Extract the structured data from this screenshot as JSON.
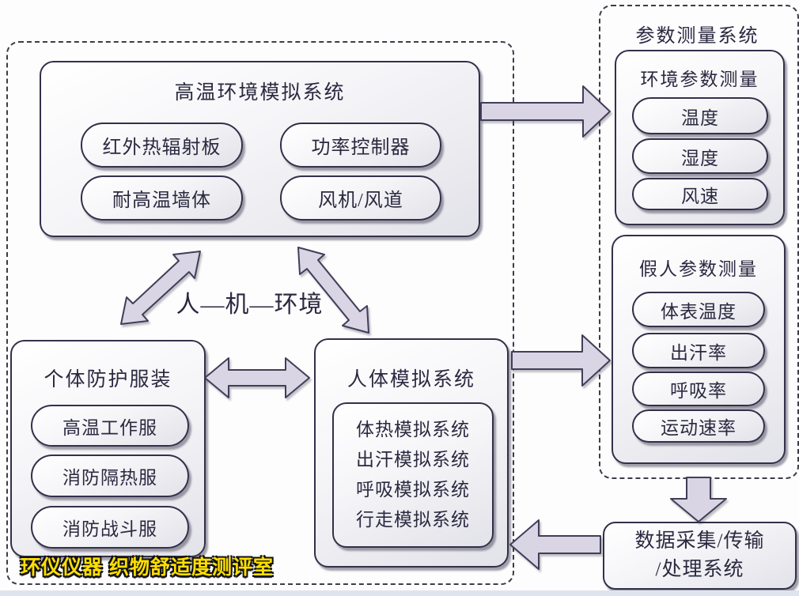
{
  "left_region": {
    "env_sim": {
      "title": "高温环境模拟系统",
      "items": [
        "红外热辐射板",
        "功率控制器",
        "耐高温墙体",
        "风机/风道"
      ]
    },
    "center_label": "人—机—环境",
    "protective": {
      "title": "个体防护服装",
      "items": [
        "高温工作服",
        "消防隔热服",
        "消防战斗服"
      ]
    },
    "human_sim": {
      "title": "人体模拟系统",
      "items": [
        "体热模拟系统",
        "出汗模拟系统",
        "呼吸模拟系统",
        "行走模拟系统"
      ]
    }
  },
  "right_region": {
    "title": "参数测量系统",
    "env_measure": {
      "title": "环境参数测量",
      "items": [
        "温度",
        "湿度",
        "风速"
      ]
    },
    "dummy_measure": {
      "title": "假人参数测量",
      "items": [
        "体表温度",
        "出汗率",
        "呼吸率",
        "运动速率"
      ]
    }
  },
  "data_system": {
    "line1": "数据采集/传输",
    "line2": "/处理系统"
  },
  "watermark": "环仪仪器 织物舒适度测评室",
  "arrows": {
    "env_sim_to_env_measure": "right-arrow",
    "human_sim_to_dummy_measure": "right-arrow",
    "measure_to_data_system": "down-arrow",
    "data_system_to_human_sim": "left-arrow",
    "protective_env_sim_link": "double-diagonal-arrow",
    "env_sim_human_sim_link": "double-diagonal-arrow",
    "protective_human_sim_link": "double-horizontal-arrow"
  },
  "colors": {
    "arrow_fill": "#d9d5e4",
    "arrow_stroke": "#413e58",
    "box_border": "#32304a",
    "text": "#2b2940",
    "watermark": "#ffdf00"
  }
}
